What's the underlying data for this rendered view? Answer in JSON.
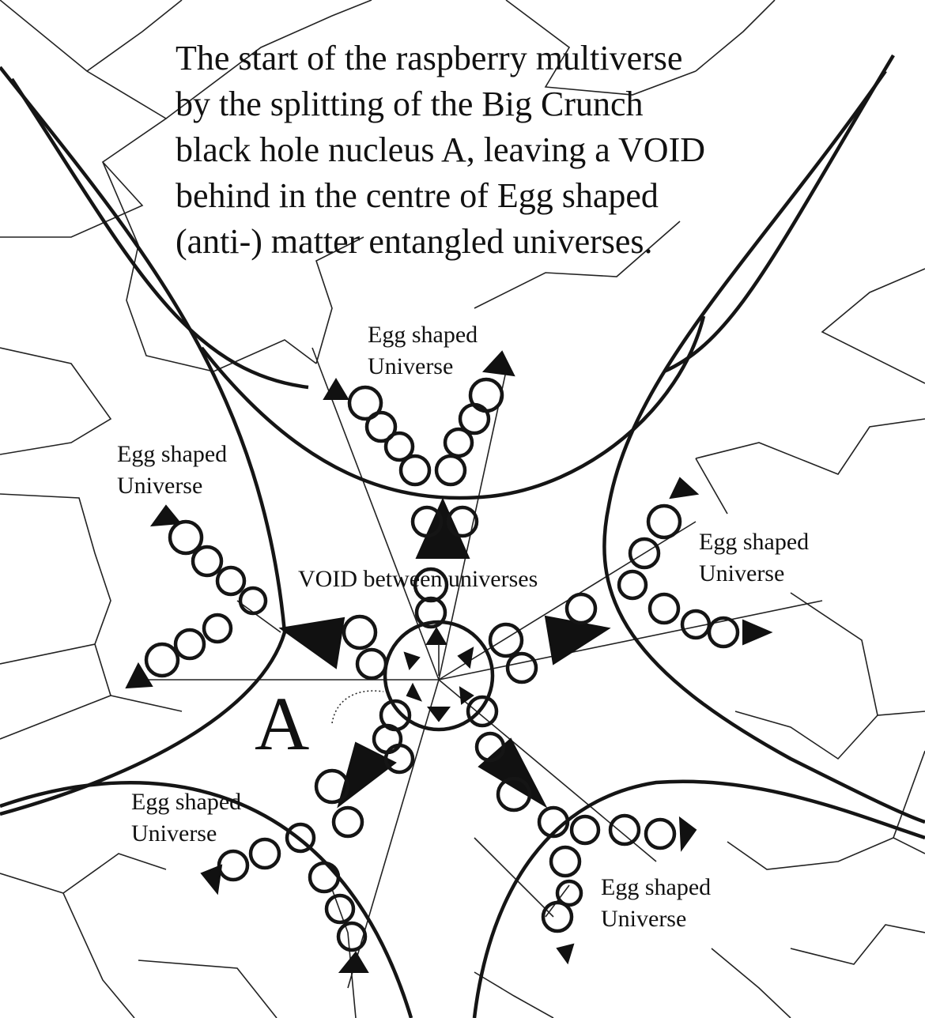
{
  "title_lines": [
    "The start of the raspberry multiverse",
    "by the splitting of the Big Crunch",
    "black hole nucleus A, leaving a VOID",
    "behind in the centre of Egg shaped",
    "(anti-) matter entangled universes."
  ],
  "universe_labels": [
    {
      "line1": "Egg shaped",
      "line2": "Universe"
    },
    {
      "line1": "Egg shaped",
      "line2": "Universe"
    },
    {
      "line1": "Egg shaped",
      "line2": "Universe"
    },
    {
      "line1": "Egg shaped",
      "line2": "Universe"
    },
    {
      "line1": "Egg shaped",
      "line2": "Universe"
    }
  ],
  "void_label": "VOID between universes",
  "nucleus_label": "A"
}
